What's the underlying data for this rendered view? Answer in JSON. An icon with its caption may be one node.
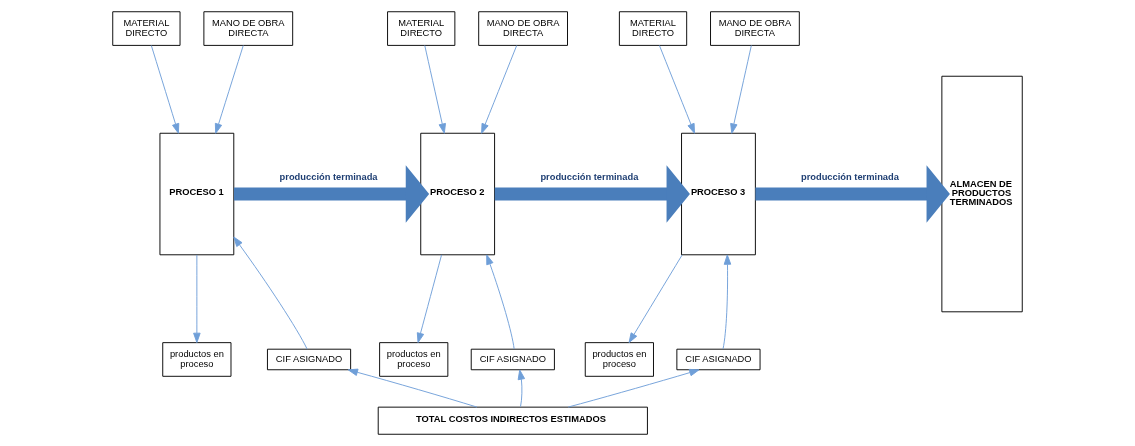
{
  "diagram": {
    "nodes": [
      {
        "text": [
          "MATERIAL DIRECTO"
        ]
      },
      {
        "text": [
          "MANO DE OBRA DIRECTA"
        ]
      },
      {
        "text": [
          "PROCESO 1"
        ]
      },
      {
        "text": [
          "productos en proceso"
        ]
      },
      {
        "text": [
          "CIF ASIGNADO"
        ]
      },
      {
        "text": [
          "MATERIAL DIRECTO"
        ]
      },
      {
        "text": [
          "MANO DE OBRA DIRECTA"
        ]
      },
      {
        "text": [
          "PROCESO 2"
        ]
      },
      {
        "text": [
          "productos en proceso"
        ]
      },
      {
        "text": [
          "CIF ASIGNADO"
        ]
      },
      {
        "text": [
          "MATERIAL DIRECTO"
        ]
      },
      {
        "text": [
          "MANO DE OBRA DIRECTA"
        ]
      },
      {
        "text": [
          "PROCESO 3"
        ]
      },
      {
        "text": [
          "productos en proceso"
        ]
      },
      {
        "text": [
          "CIF ASIGNADO"
        ]
      },
      {
        "text": [
          "ALMACEN DE PRODUCTOS TERMINADOS"
        ]
      },
      {
        "text": [
          "TOTAL COSTOS INDIRECTOS ESTIMADOS"
        ]
      }
    ],
    "edges": [
      {
        "from": 0,
        "to": 2,
        "arrow": "to"
      },
      {
        "from": 1,
        "to": 2,
        "arrow": "to"
      },
      {
        "from": 2,
        "to": 3,
        "arrow": "to"
      },
      {
        "from": 4,
        "to": 2,
        "arrow": "to"
      },
      {
        "from": 2,
        "to": 7,
        "arrow": "to",
        "label": "producción terminada",
        "style": "thick",
        "color": "#4a7ebb"
      },
      {
        "from": 5,
        "to": 7,
        "arrow": "to"
      },
      {
        "from": 6,
        "to": 7,
        "arrow": "to"
      },
      {
        "from": 7,
        "to": 8,
        "arrow": "to"
      },
      {
        "from": 9,
        "to": 7,
        "arrow": "to"
      },
      {
        "from": 7,
        "to": 12,
        "arrow": "to",
        "label": "producción terminada",
        "style": "thick",
        "color": "#4a7ebb"
      },
      {
        "from": 10,
        "to": 12,
        "arrow": "to"
      },
      {
        "from": 11,
        "to": 12,
        "arrow": "to"
      },
      {
        "from": 12,
        "to": 13,
        "arrow": "to"
      },
      {
        "from": 14,
        "to": 12,
        "arrow": "to"
      },
      {
        "from": 12,
        "to": 15,
        "arrow": "to",
        "label": "producción terminada",
        "style": "thick",
        "color": "#4a7ebb"
      },
      {
        "from": 16,
        "to": 4,
        "arrow": "to"
      },
      {
        "from": 16,
        "to": 9,
        "arrow": "to"
      },
      {
        "from": 16,
        "to": 14,
        "arrow": "to"
      }
    ]
  }
}
